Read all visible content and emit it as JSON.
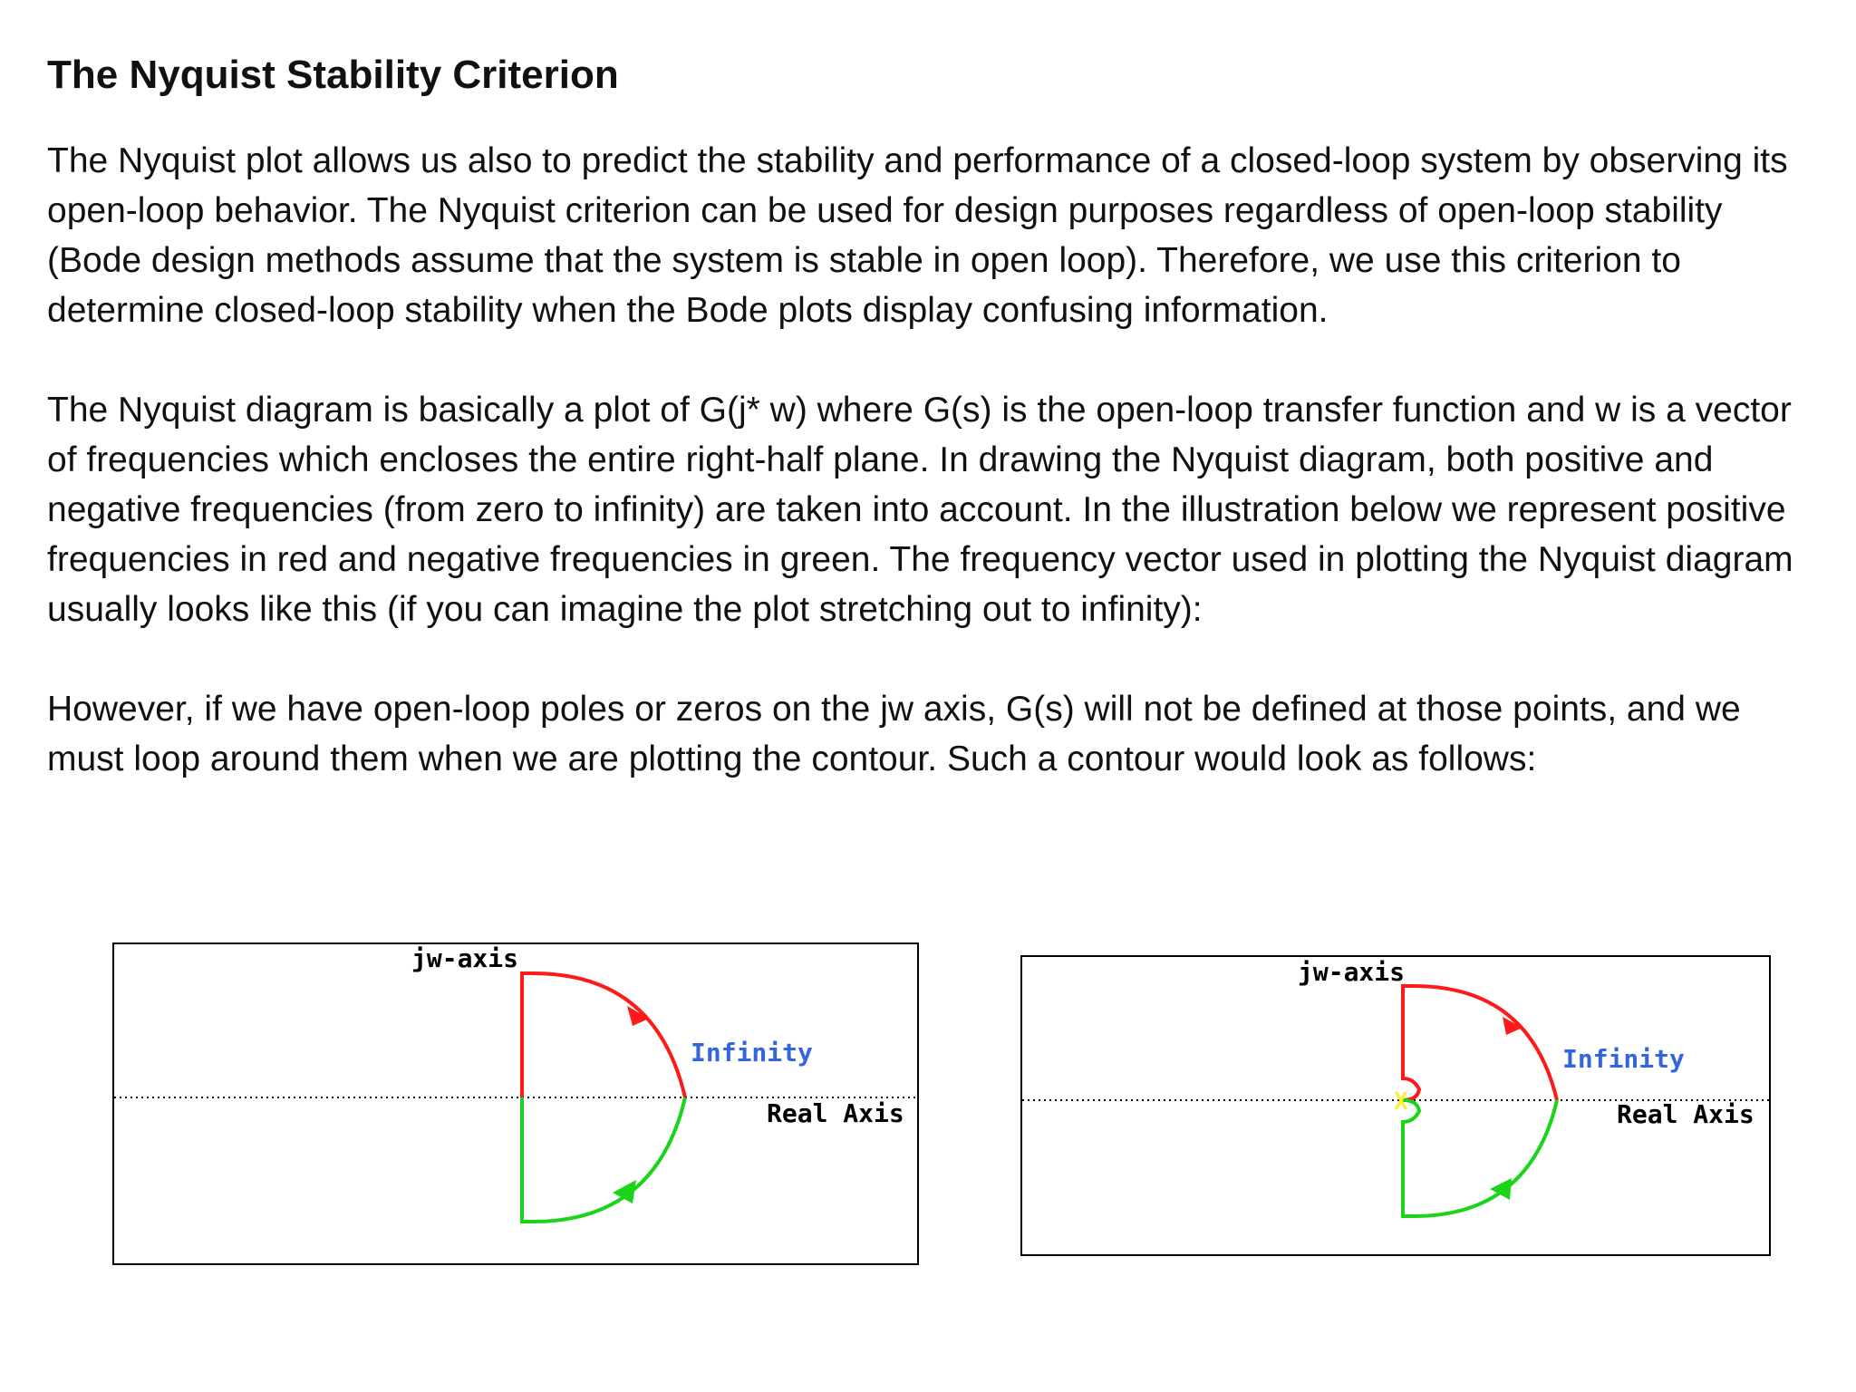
{
  "document": {
    "title": "The Nyquist Stability Criterion",
    "paragraphs": [
      "The Nyquist plot allows us also to predict the stability and performance of a closed-loop system by observing its open-loop behavior. The Nyquist criterion can be used for design purposes regardless of open-loop stability (Bode design methods assume that the system is stable in open loop). Therefore, we use this criterion to determine closed-loop stability when the Bode plots display confusing information.",
      "The Nyquist diagram is basically a plot of G(j* w) where G(s) is the open-loop transfer function and w is a vector of frequencies which encloses the entire right-half plane. In drawing the Nyquist diagram, both positive and negative frequencies (from zero to infinity) are taken into account. In the illustration below we represent positive frequencies in red and negative frequencies in green. The frequency vector used in plotting the Nyquist diagram usually looks like this (if you can imagine the plot stretching out to infinity):",
      "However, if we have open-loop poles or zeros on the jw axis, G(s) will not be defined at those points, and we must loop around them when we are plotting the contour. Such a contour would look as follows:"
    ]
  },
  "figures": [
    {
      "jw_label": "jw-axis",
      "infinity_label": "Infinity",
      "real_label": "Real Axis"
    },
    {
      "jw_label": "jw-axis",
      "infinity_label": "Infinity",
      "real_label": "Real Axis",
      "pole_marker": "X"
    }
  ],
  "colors": {
    "positive_frequency": "#ff1a1a",
    "negative_frequency": "#1ad41a",
    "infinity_text": "#3366dd",
    "pole_marker": "#ffee33",
    "axis": "#000000"
  }
}
